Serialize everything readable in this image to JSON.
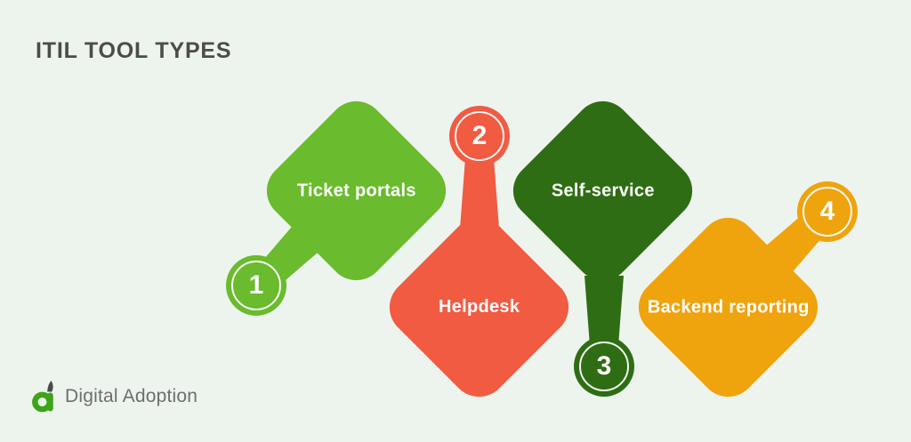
{
  "title": "ITIL TOOL TYPES",
  "colors": {
    "background": "#edf4ee",
    "title_text": "#4c4c49",
    "light_green": "#6abb2d",
    "coral_red": "#f15b42",
    "dark_green": "#2f6d14",
    "orange": "#efa30d",
    "label_text": "#ffffff",
    "logo_green": "#3ea417",
    "logo_flag_gray": "#4a4a4a",
    "logo_text_gray": "#6e6e6e"
  },
  "items": [
    {
      "number": "1",
      "label": "Ticket portals",
      "color": "#6abb2d"
    },
    {
      "number": "2",
      "label": "Helpdesk",
      "color": "#f15b42"
    },
    {
      "number": "3",
      "label": "Self-service",
      "color": "#2f6d14"
    },
    {
      "number": "4",
      "label": "Backend reporting",
      "color": "#efa30d"
    }
  ],
  "logo": {
    "text": "Digital Adoption"
  }
}
